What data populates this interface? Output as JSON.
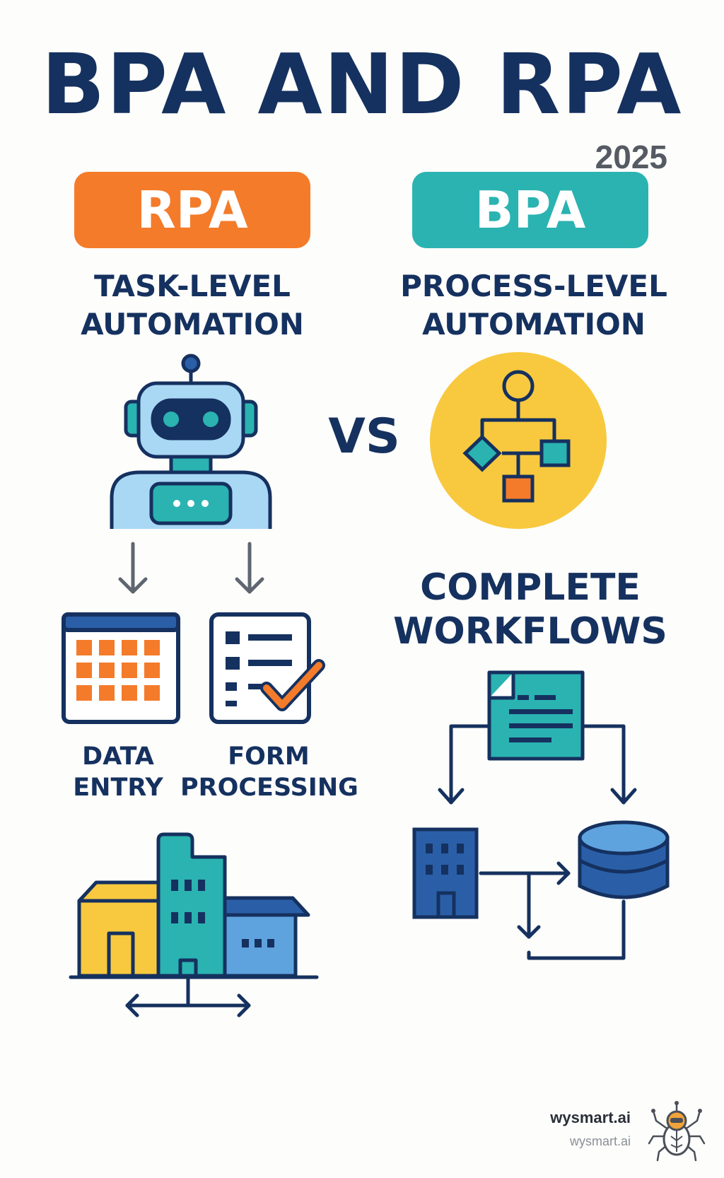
{
  "title": "BPA AND RPA",
  "year": "2025",
  "left": {
    "badge": "RPA",
    "subtitle_lines": [
      "TASK-LEVEL",
      "AUTOMATION"
    ],
    "tasks": [
      {
        "lines": [
          "DATA",
          "ENTRY"
        ]
      },
      {
        "lines": [
          "FORM",
          "PROCESSING"
        ]
      }
    ]
  },
  "vs": "VS",
  "right": {
    "badge": "BPA",
    "subtitle_lines": [
      "PROCESS-LEVEL",
      "AUTOMATION"
    ],
    "headline_lines": [
      "COMPLETE",
      "WORKFLOWS"
    ]
  },
  "brand": {
    "name": "wysmart.ai",
    "url": "wysmart.ai"
  },
  "colors": {
    "navy": "#15315f",
    "orange": "#f47b2a",
    "teal": "#2ab3b1",
    "yellow": "#f8c93e",
    "light_blue": "#a9d8f5",
    "blue": "#2a5fa8",
    "gray": "#555a63"
  },
  "icons": [
    "robot-icon",
    "flowchart-icon",
    "calendar-icon",
    "checklist-icon",
    "buildings-icon",
    "document-icon",
    "office-building-icon",
    "database-icon"
  ]
}
